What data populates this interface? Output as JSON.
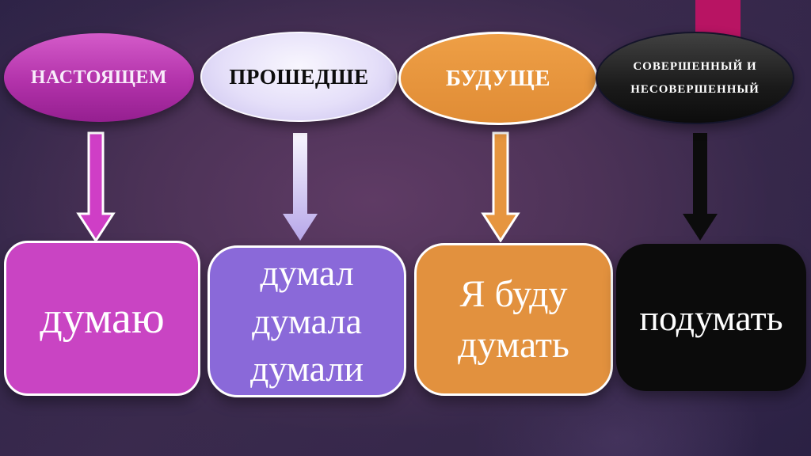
{
  "slide": {
    "decor": {
      "accent_bar_color": "#b81463",
      "background_center_color": "#5d3a63",
      "background_edge_color": "#2a2145"
    }
  },
  "columns": [
    {
      "name": "present-tense",
      "bubble": {
        "label": "НАСТОЯЩЕМ",
        "fill": "#b232aa",
        "text_color": "#ffffff"
      },
      "arrow": {
        "fill": "#cf3ec6",
        "outline": "#ffffff"
      },
      "card": {
        "lines": [
          "думаю"
        ],
        "fill": "#c944c3",
        "text_color": "#ffffff"
      }
    },
    {
      "name": "past-tense",
      "bubble": {
        "label": "ПРОШЕДШЕ",
        "fill": "#e5dff9",
        "text_color": "#0d0d0d"
      },
      "arrow": {
        "fill_top": "#f8f6fe",
        "fill_bottom": "#b7a7e9",
        "outline": null
      },
      "card": {
        "lines": [
          "думал",
          "думала",
          "думали"
        ],
        "fill": "#8a69d9",
        "text_color": "#ffffff"
      }
    },
    {
      "name": "future-tense",
      "bubble": {
        "label": "БУДУЩЕ",
        "fill": "#e6953f",
        "text_color": "#ffffff"
      },
      "arrow": {
        "fill": "#e6953f",
        "outline": "#ffffff"
      },
      "card": {
        "lines": [
          "Я буду",
          "думать"
        ],
        "fill": "#e2913e",
        "text_color": "#ffffff"
      }
    },
    {
      "name": "aspect",
      "bubble": {
        "label": "СОВЕРШЕННЫЙ  И\nНЕСОВЕРШЕННЫЙ",
        "fill": "#1a1a1a",
        "text_color": "#ffffff"
      },
      "arrow": {
        "fill": "#0c0c0c",
        "outline": null
      },
      "card": {
        "lines": [
          "подумать"
        ],
        "fill": "#0b0b0b",
        "text_color": "#ffffff"
      }
    }
  ]
}
